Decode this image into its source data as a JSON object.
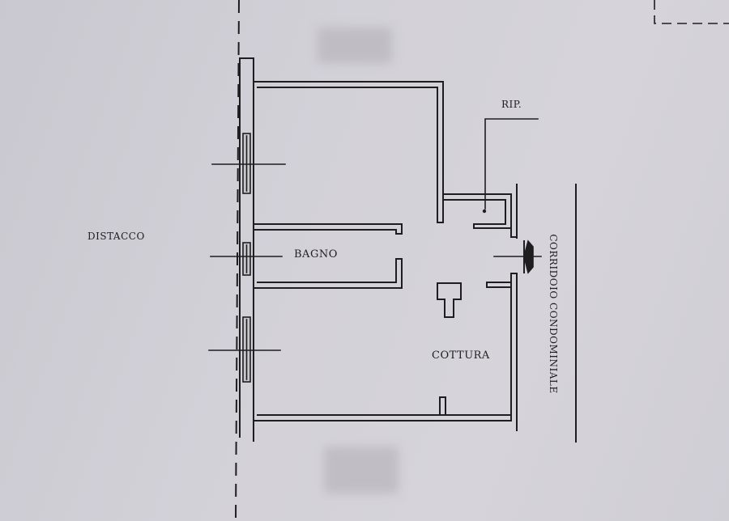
{
  "labels": {
    "distacco": "DISTACCO",
    "bagno": "BAGNO",
    "rip": "RIP.",
    "cottura": "COTTURA",
    "corridor": "CORRIDOIO CONDOMINIALE"
  },
  "colors": {
    "paper": "#d3d1d8",
    "ink": "#1e1e20",
    "wall_fill": "#c8c6cc"
  }
}
